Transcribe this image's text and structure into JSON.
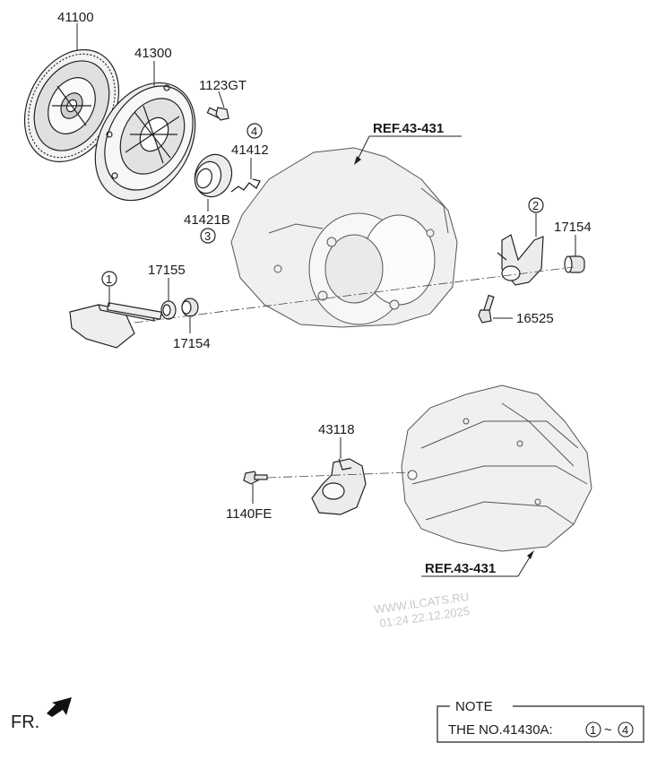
{
  "parts": {
    "p41100": "41100",
    "p41300": "41300",
    "p1123GT": "1123GT",
    "p41412": "41412",
    "p41421B": "41421B",
    "p17155": "17155",
    "p17154_left": "17154",
    "p17154_right": "17154",
    "p16525": "16525",
    "p43118": "43118",
    "p1140FE": "1140FE"
  },
  "refs": {
    "top": "REF.43-431",
    "bottom": "REF.43-431"
  },
  "callouts": {
    "c1": "1",
    "c2": "2",
    "c3": "3",
    "c4": "4"
  },
  "watermark": {
    "line1": "WWW.ILCATS.RU",
    "line2": "01:24 22.12.2025"
  },
  "direction": {
    "label": "FR."
  },
  "note": {
    "title": "NOTE",
    "text_prefix": "THE NO.41430A:",
    "range_start": "1",
    "range_sep": "~",
    "range_end": "4"
  }
}
